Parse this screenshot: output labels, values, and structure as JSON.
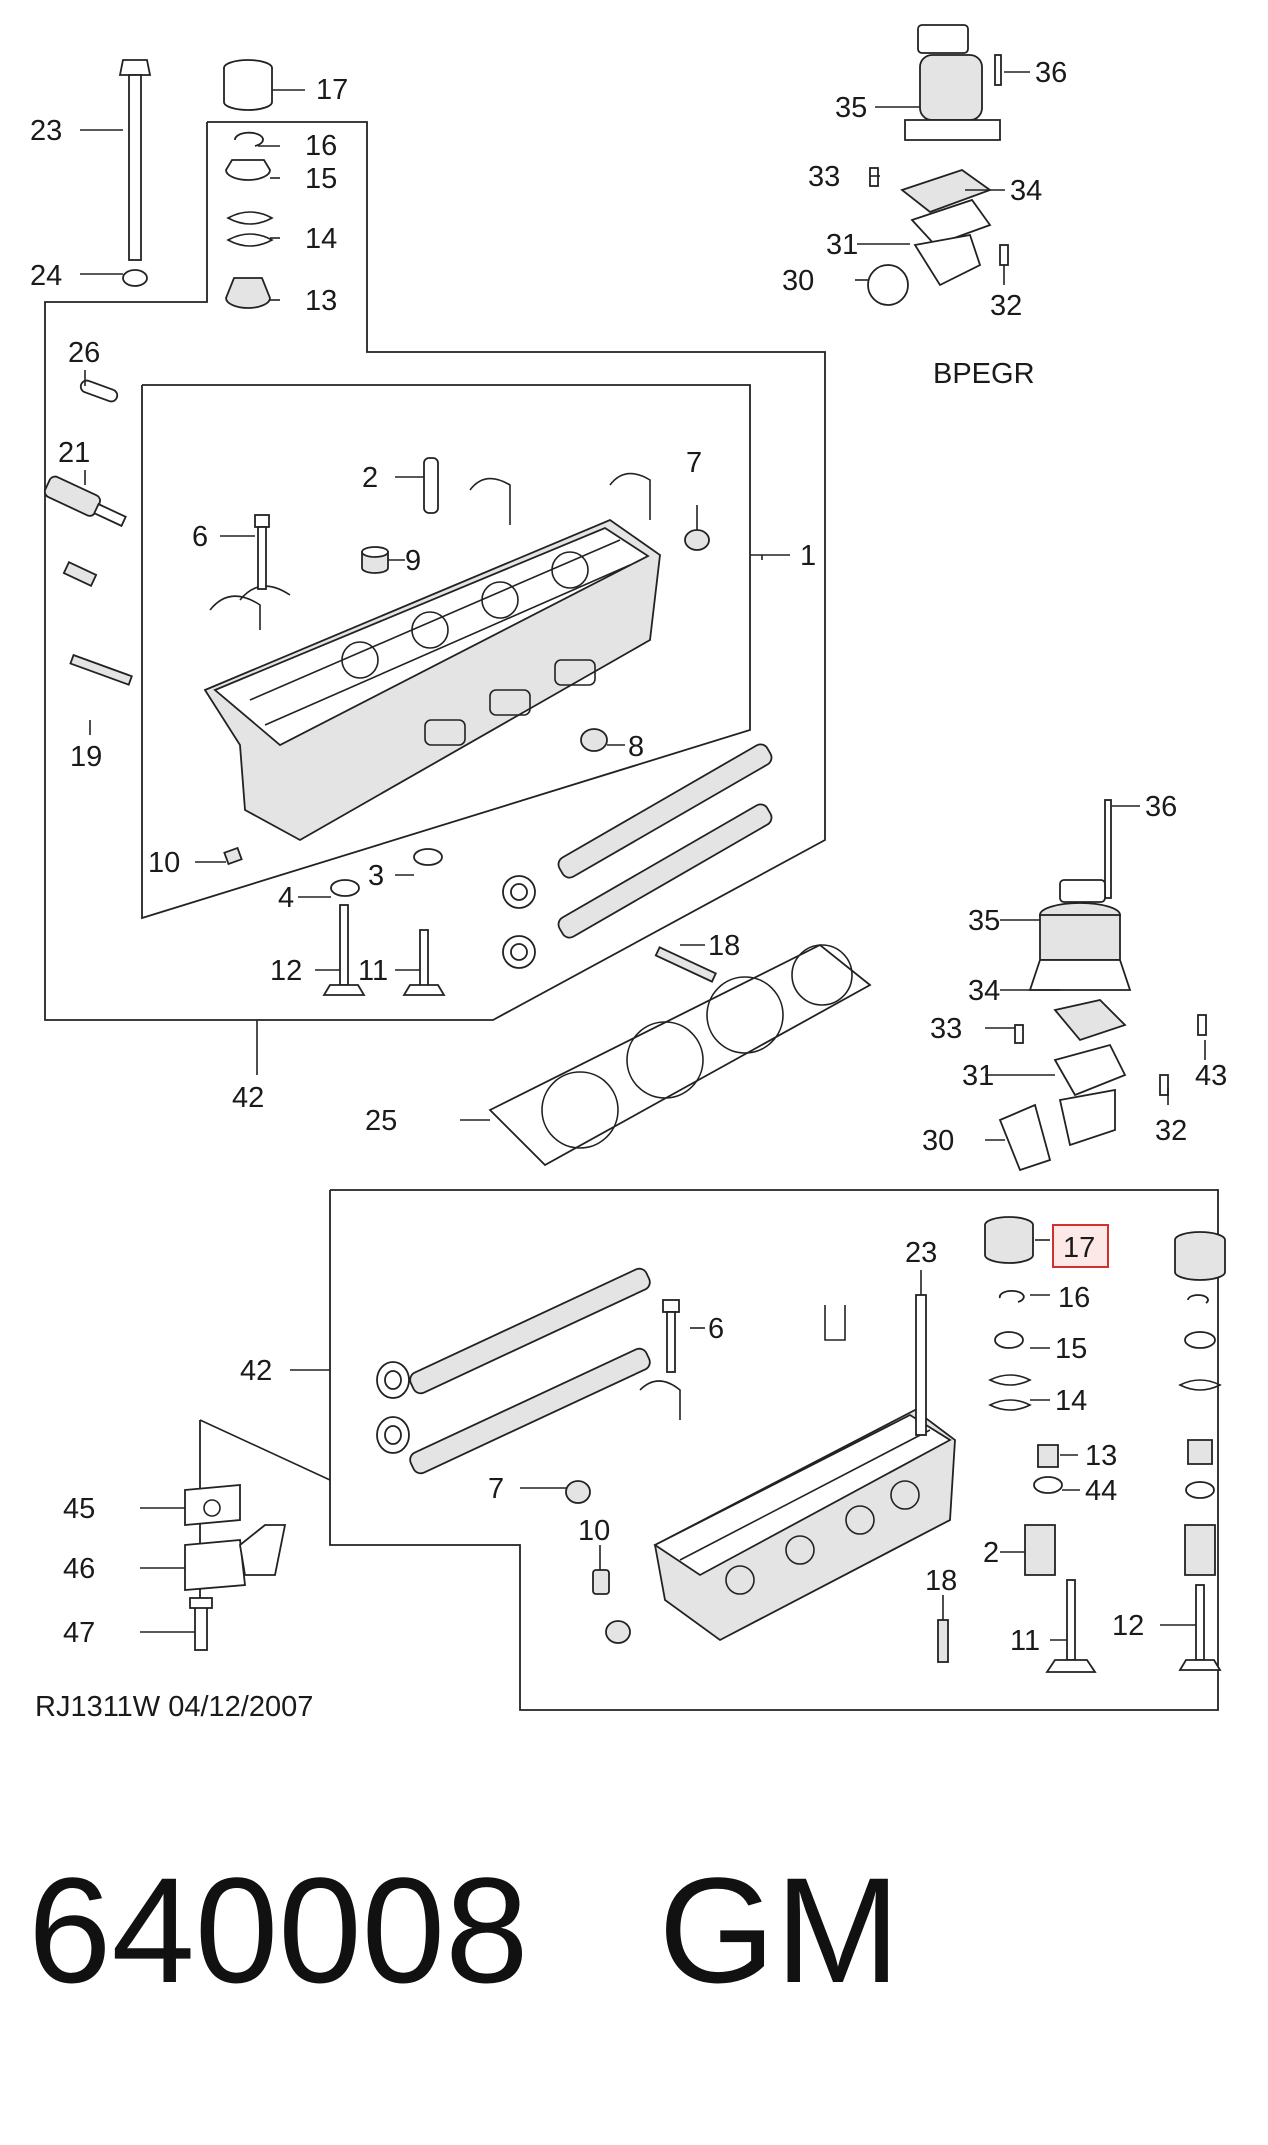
{
  "diagram": {
    "labels": {
      "l1": "1",
      "l2_top": "2",
      "l3": "3",
      "l4": "4",
      "l6_top": "6",
      "l7_top": "7",
      "l8": "8",
      "l9": "9",
      "l10_top": "10",
      "l11_top": "11",
      "l12_top": "12",
      "l13_top": "13",
      "l14_top": "14",
      "l15_top": "15",
      "l16_top": "16",
      "l17_top": "17",
      "l18_top": "18",
      "l19": "19",
      "l21": "21",
      "l23_top": "23",
      "l24": "24",
      "l25": "25",
      "l26": "26",
      "l42_top": "42",
      "egr1_30": "30",
      "egr1_31": "31",
      "egr1_32": "32",
      "egr1_33": "33",
      "egr1_34": "34",
      "egr1_35": "35",
      "egr1_36": "36",
      "egr2_30": "30",
      "egr2_31": "31",
      "egr2_32": "32",
      "egr2_33": "33",
      "egr2_34": "34",
      "egr2_35": "35",
      "egr2_36": "36",
      "egr2_43": "43",
      "b_42": "42",
      "b_23": "23",
      "b_6": "6",
      "b_7": "7",
      "b_10": "10",
      "b_18": "18",
      "b_17": "17",
      "b_16": "16",
      "b_15": "15",
      "b_14": "14",
      "b_13": "13",
      "b_44": "44",
      "b_2": "2",
      "b_11": "11",
      "b_12": "12",
      "b_45": "45",
      "b_46": "46",
      "b_47": "47"
    },
    "egr_caption": "BPEGR",
    "drawing_ref": "RJ1311W  04/12/2007",
    "highlighted_part": "17"
  },
  "footer": {
    "part_number": "640008",
    "brand": "GM"
  },
  "colors": {
    "highlight_fill": "#fde8e8",
    "highlight_stroke": "#d03030",
    "line": "#222222"
  }
}
